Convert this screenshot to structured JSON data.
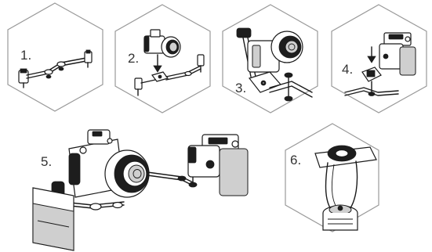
{
  "steps": [
    {
      "number": "1."
    },
    {
      "number": "2."
    },
    {
      "number": "3."
    },
    {
      "number": "4."
    },
    {
      "number": "5."
    },
    {
      "number": "6."
    }
  ],
  "colors": {
    "outline": "#9a9a9a",
    "ink": "#1a1a1a",
    "background": "#ffffff"
  }
}
